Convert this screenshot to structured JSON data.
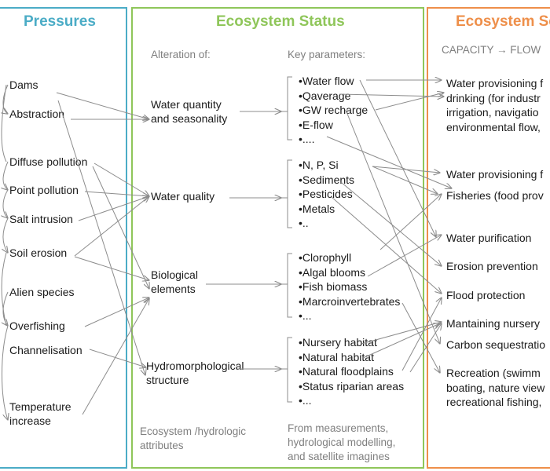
{
  "colors": {
    "pressures": "#4bacc6",
    "status": "#8fc65a",
    "services": "#ee8f4a",
    "arrow": "#8c8c8c"
  },
  "pressures": {
    "title": "Pressures",
    "items": [
      "Dams",
      "Abstraction",
      "Diffuse pollution",
      "Point pollution",
      "Salt intrusion",
      "Soil erosion",
      "Alien species",
      "Overfishing",
      "Channelisation",
      "Temperature",
      "increase"
    ]
  },
  "status": {
    "title": "Ecosystem Status",
    "alteration_header": "Alteration of:",
    "parameters_header": "Key parameters:",
    "categories": [
      [
        "Water quantity",
        "and seasonality"
      ],
      [
        "Water quality"
      ],
      [
        "Biological",
        "elements"
      ],
      [
        "Hydromorphological",
        "structure"
      ]
    ],
    "parameter_groups": [
      [
        "•Water flow",
        "•Qaverage",
        "•GW recharge",
        "•E-flow",
        "•...."
      ],
      [
        "•N, P, Si",
        "•Sediments",
        "•Pesticides",
        "•Metals",
        "•.."
      ],
      [
        "•Clorophyll",
        "•Algal blooms",
        "•Fish biomass",
        "•Marcroinvertebrates",
        "•..."
      ],
      [
        "•Nursery habitat",
        "•Natural habitat",
        "•Natural floodplains",
        "•Status riparian areas",
        "•..."
      ]
    ],
    "footer_left": [
      "Ecosystem /hydrologic",
      "attributes"
    ],
    "footer_right": [
      "From measurements,",
      "hydrological modelling,",
      "and satellite imagines"
    ]
  },
  "services": {
    "title": "Ecosystem Se",
    "subtitle": "CAPACITY → FLOW",
    "items": [
      [
        "Water provisioning f",
        "drinking (for industr",
        "irrigation, navigatio",
        "environmental flow,"
      ],
      [
        "Water provisioning f"
      ],
      [
        "Fisheries (food prov"
      ],
      [
        "Water purification"
      ],
      [
        "Erosion prevention"
      ],
      [
        "Flood protection"
      ],
      [
        "Mantaining nursery"
      ],
      [
        "Carbon sequestratio"
      ],
      [
        "Recreation (swimm",
        "boating, nature view",
        "recreational fishing,"
      ]
    ]
  }
}
